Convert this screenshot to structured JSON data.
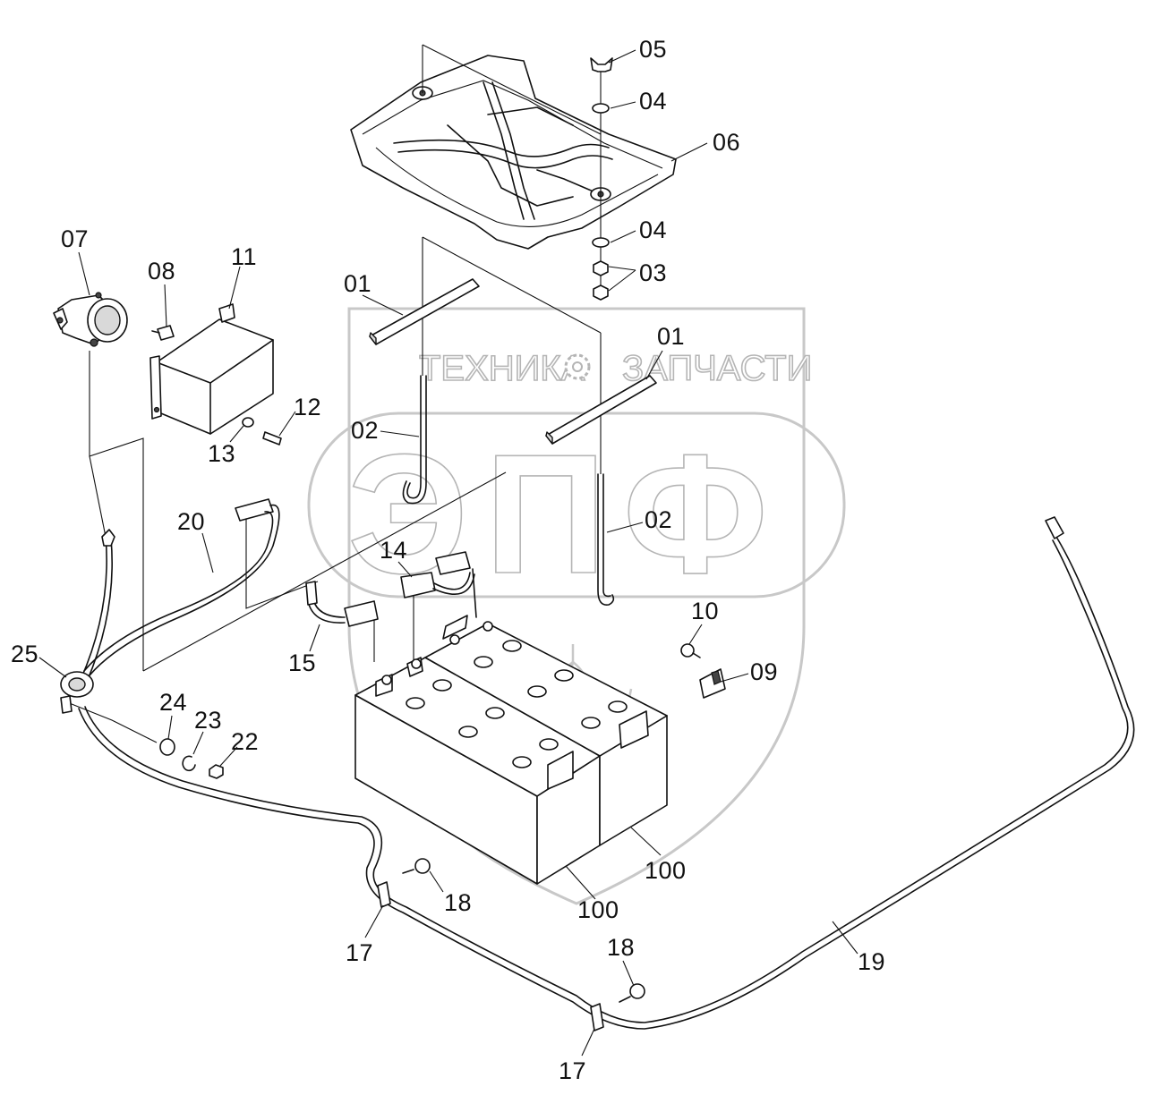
{
  "watermark": {
    "line1_left": "ТЕХНИКА",
    "line1_right": "ЗАПЧАСТИ",
    "big_letters": "ЭПФ",
    "gear_icon": "gear-icon",
    "colors": {
      "outline": "#c8c8c8",
      "text_stroke": "#b5b5b5"
    }
  },
  "callouts": {
    "c05": "05",
    "c04a": "04",
    "c06": "06",
    "c04b": "04",
    "c03": "03",
    "c07": "07",
    "c08": "08",
    "c11": "11",
    "c01a": "01",
    "c01b": "01",
    "c12": "12",
    "c13": "13",
    "c02a": "02",
    "c02b": "02",
    "c20": "20",
    "c14": "14",
    "c10": "10",
    "c09": "09",
    "c15": "15",
    "c25": "25",
    "c24": "24",
    "c23": "23",
    "c22": "22",
    "c100a": "100",
    "c100b": "100",
    "c18a": "18",
    "c17a": "17",
    "c19": "19",
    "c18b": "18",
    "c17b": "17"
  }
}
